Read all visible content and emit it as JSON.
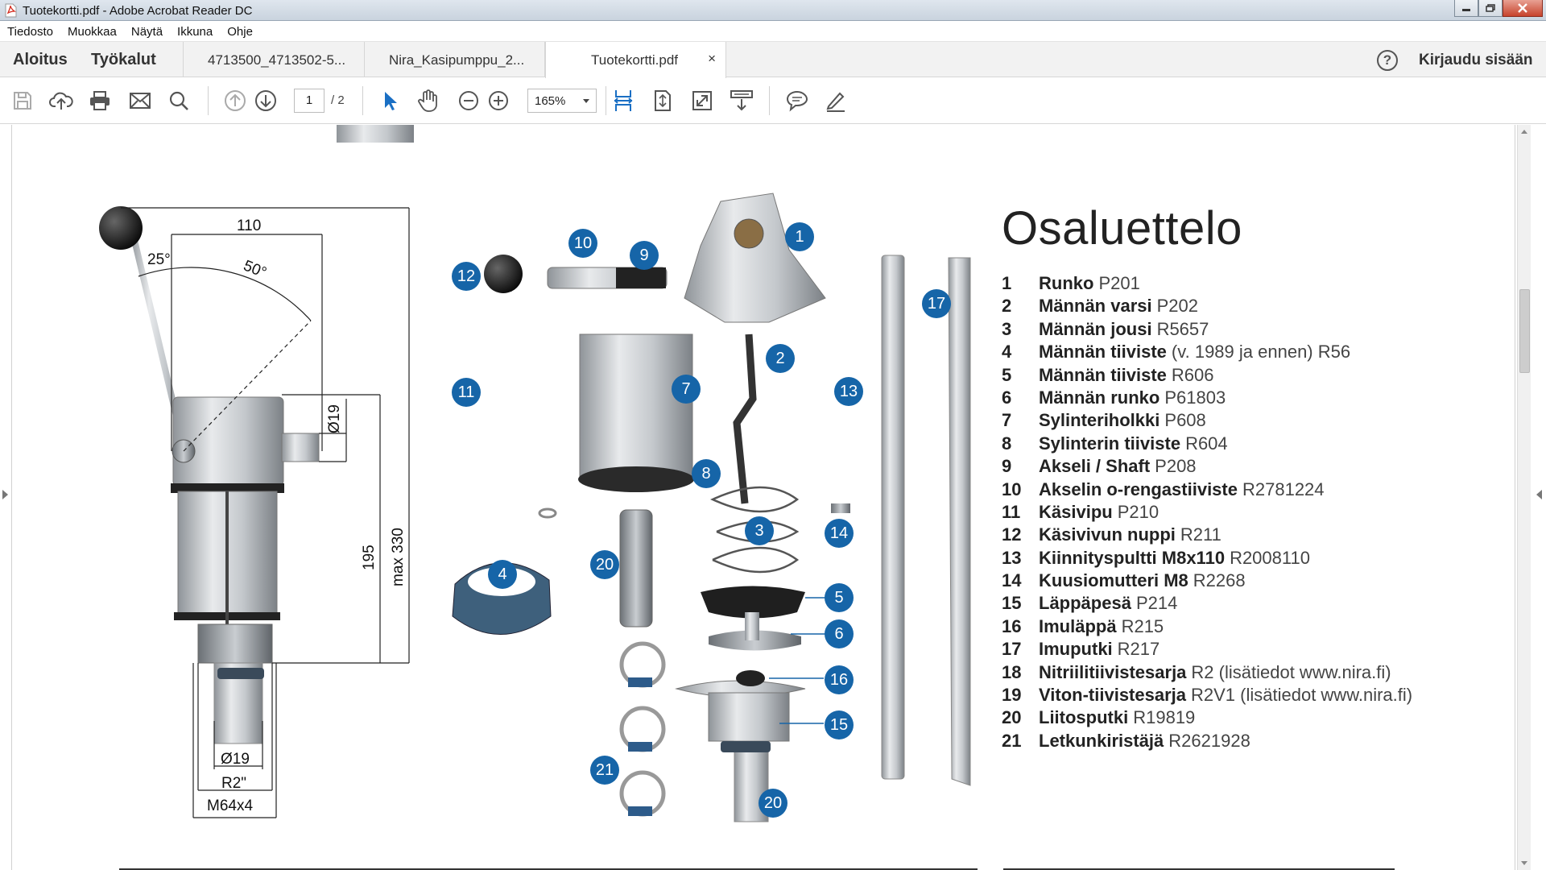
{
  "window": {
    "title": "Tuotekortti.pdf - Adobe Acrobat Reader DC"
  },
  "menu": [
    "Tiedosto",
    "Muokkaa",
    "Näytä",
    "Ikkuna",
    "Ohje"
  ],
  "tabs": {
    "nav": [
      "Aloitus",
      "Työkalut"
    ],
    "docs": [
      {
        "label": "4713500_4713502-5...",
        "active": false
      },
      {
        "label": "Nira_Kasipumppu_2...",
        "active": false
      },
      {
        "label": "Tuotekortti.pdf",
        "active": true
      }
    ],
    "close_label": "×",
    "help_label": "?",
    "signin_label": "Kirjaudu sisään"
  },
  "toolbar": {
    "icons": [
      "save-icon",
      "upload-icon",
      "print-icon",
      "mail-icon",
      "search-icon",
      "page-up-icon",
      "page-down-icon",
      "select-cursor-icon",
      "hand-icon",
      "zoom-out-icon",
      "zoom-in-icon",
      "fit-width-icon",
      "fit-page-icon",
      "fullscreen-icon",
      "scroll-mode-icon",
      "comment-icon",
      "pen-icon"
    ],
    "page_current": "1",
    "page_total": "/ 2",
    "zoom": "165%"
  },
  "document": {
    "parts_title": "Osaluettelo",
    "parts": [
      {
        "no": "1",
        "name": "Runko",
        "code": "P201"
      },
      {
        "no": "2",
        "name": "Männän varsi",
        "code": "P202"
      },
      {
        "no": "3",
        "name": "Männän jousi",
        "code": " R5657"
      },
      {
        "no": "4",
        "name": "Männän tiiviste",
        "code": "(v. 1989 ja ennen) R56"
      },
      {
        "no": "5",
        "name": "Männän tiiviste",
        "code": "R606"
      },
      {
        "no": "6",
        "name": "Männän runko",
        "code": "P61803"
      },
      {
        "no": "7",
        "name": "Sylinteriholkki",
        "code": "P608"
      },
      {
        "no": "8",
        "name": "Sylinterin tiiviste",
        "code": "R604"
      },
      {
        "no": "9",
        "name": "Akseli / Shaft",
        "code": "P208"
      },
      {
        "no": "10",
        "name": "Akselin o-rengastiiviste",
        "code": "R2781224"
      },
      {
        "no": "11",
        "name": "Käsivipu",
        "code": "P210"
      },
      {
        "no": "12",
        "name": "Käsivivun nuppi",
        "code": "R211"
      },
      {
        "no": "13",
        "name": "Kiinnityspultti M8x110",
        "code": "R2008110"
      },
      {
        "no": "14",
        "name": "Kuusiomutteri M8",
        "code": "R2268"
      },
      {
        "no": "15",
        "name": "Läppäpesä",
        "code": "P214"
      },
      {
        "no": "16",
        "name": "Imuläppä",
        "code": "R215"
      },
      {
        "no": "17",
        "name": "Imuputki",
        "code": "R217"
      },
      {
        "no": "18",
        "name": "Nitriilitiivistesarja",
        "code": "R2 (lisätiedot www.nira.fi)"
      },
      {
        "no": "19",
        "name": "Viton-tiivistesarja",
        "code": "R2V1 (lisätiedot www.nira.fi)"
      },
      {
        "no": "20",
        "name": "Liitosputki",
        "code": "R19819"
      },
      {
        "no": "21",
        "name": "Letkunkiristäjä",
        "code": "R2621928"
      }
    ],
    "dimensions": {
      "width_110": "110",
      "angle_25": "25°",
      "angle_50": "50°",
      "dia_19_top": "Ø19",
      "height_195": "195",
      "height_max": "max 330",
      "dia_19_bottom": "Ø19",
      "thread_r2": "R2\"",
      "thread_m64": "M64x4"
    },
    "callouts": [
      "1",
      "2",
      "3",
      "4",
      "5",
      "6",
      "7",
      "8",
      "9",
      "10",
      "11",
      "12",
      "13",
      "14",
      "15",
      "16",
      "17",
      "20",
      "20",
      "21"
    ]
  }
}
